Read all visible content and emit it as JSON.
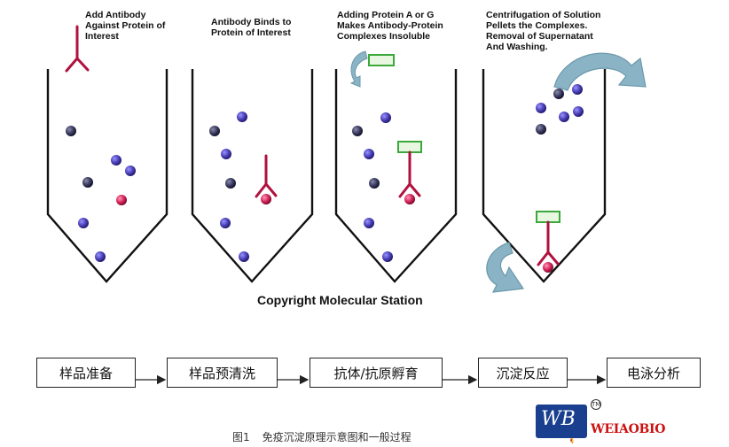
{
  "panels": [
    {
      "label": "Add Antibody\nAgainst Protein of\nInterest"
    },
    {
      "label": "Antibody Binds to\nProtein of Interest"
    },
    {
      "label": "Adding Protein A or G\nMakes Antibody-Protein\nComplexes Insoluble"
    },
    {
      "label": "Centrifugation of Solution\nPellets the Complexes.\nRemoval of Supernatant\nAnd Washing."
    }
  ],
  "copyright": "Copyright Molecular Station",
  "workflow": {
    "steps": [
      "样品准备",
      "样品预清洗",
      "抗体/抗原孵育",
      "沉淀反应",
      "电泳分析"
    ]
  },
  "caption": {
    "figure_number": "图1",
    "text": "免疫沉淀原理示意图和一般过程"
  },
  "logo": {
    "mark": "WB",
    "brand": "WEIAOBIO",
    "trademark": "TM"
  },
  "colors": {
    "antibody": "#b0123e",
    "protein_of_interest": "#d6245a",
    "protein_blue": "#3d35a8",
    "protein_dark": "#2a2a55",
    "bead_green": "#3ca83c",
    "bead_fill": "#e8f8e0",
    "arrow": "#8ab4c6",
    "logo_blue": "#1a3f8f",
    "logo_red": "#cc1111"
  }
}
